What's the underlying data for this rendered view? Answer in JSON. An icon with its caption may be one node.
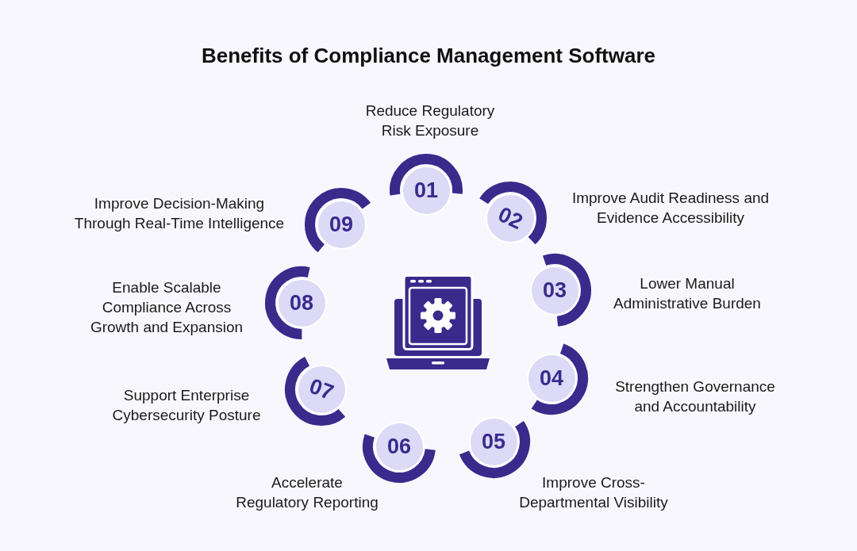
{
  "diagram": {
    "title": "Benefits of Compliance Management Software",
    "nodes": [
      {
        "text": [
          "01"
        ],
        "beside": [
          "Reduce Regulatory Risk Exposure"
        ]
      },
      {
        "text": [
          "02"
        ],
        "beside": [
          "Improve Audit Readiness and Evidence Accessibility"
        ]
      },
      {
        "text": [
          "03"
        ],
        "beside": [
          "Lower Manual Administrative Burden"
        ]
      },
      {
        "text": [
          "04"
        ],
        "beside": [
          "Strengthen Governance and Accountability"
        ]
      },
      {
        "text": [
          "05"
        ],
        "beside": [
          "Improve Cross-Departmental Visibility"
        ]
      },
      {
        "text": [
          "06"
        ],
        "beside": [
          "Accelerate Regulatory Reporting"
        ]
      },
      {
        "text": [
          "07"
        ],
        "beside": [
          "Support Enterprise Cybersecurity Posture"
        ]
      },
      {
        "text": [
          "08"
        ],
        "beside": [
          "Enable Scalable Compliance Across Growth and Expansion"
        ]
      },
      {
        "text": [
          "09"
        ],
        "beside": [
          "Improve Decision-Making Through Real-Time Intelligence"
        ]
      }
    ]
  }
}
